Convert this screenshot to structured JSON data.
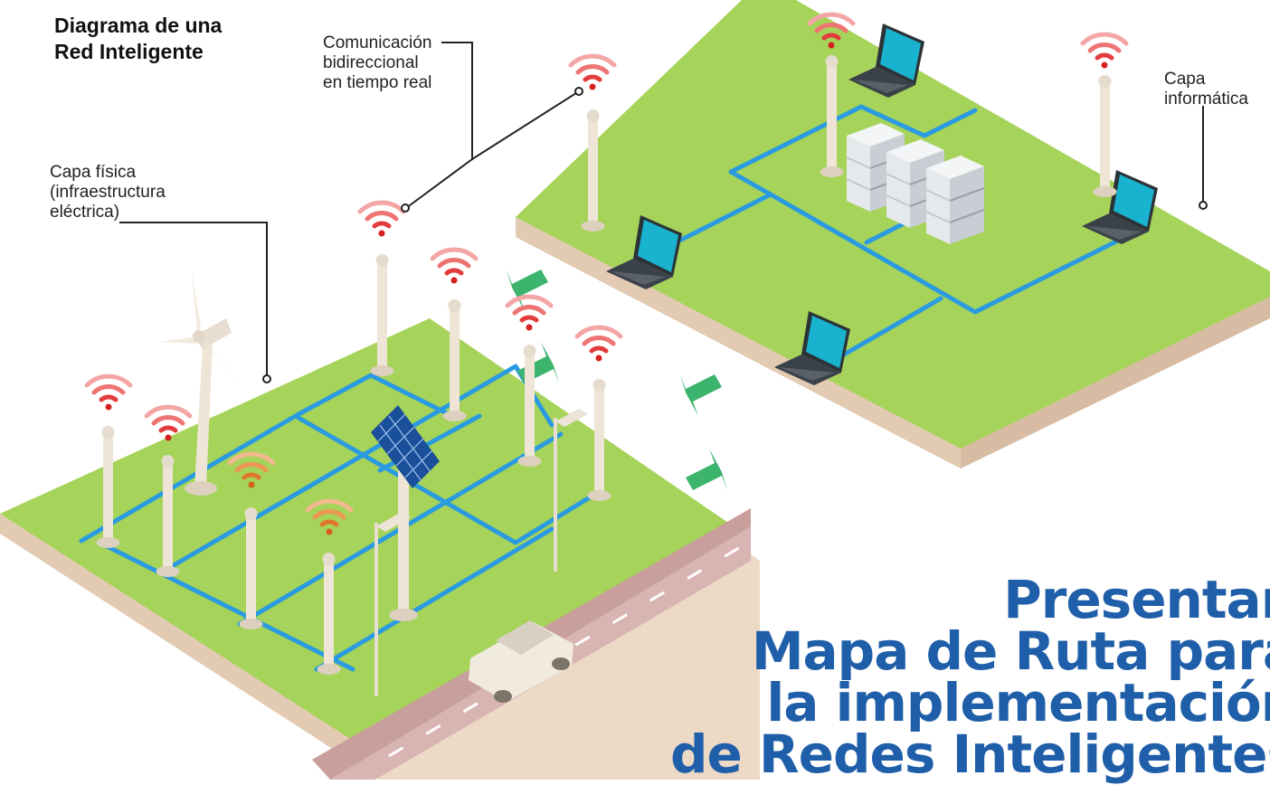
{
  "title": {
    "line1": "Diagrama de una",
    "line2": "Red Inteligente"
  },
  "labels": {
    "communication": [
      "Comunicación",
      "bidireccional",
      "en tiempo real"
    ],
    "physical_layer": [
      "Capa física",
      "(infraestructura",
      "eléctrica)"
    ],
    "computing_layer": [
      "Capa",
      "informática"
    ]
  },
  "headline": [
    "Presentan",
    "Mapa de Ruta para",
    "la implementación",
    "de Redes Inteligentes"
  ],
  "colors": {
    "headline": "#1f5ea8",
    "platform_top": "#a6d35a",
    "platform_side": "#e9d8c8",
    "network_line": "#2a9be0",
    "road": "#d8b4b2",
    "arrow": "#3cb46e",
    "wifi_red": "#e23c3c",
    "wifi_orange": "#e0762b",
    "pole": "#efe5d6"
  },
  "icons": [
    "wifi-icon",
    "laptop-icon",
    "server-icon",
    "wind-turbine-icon",
    "solar-panel-icon",
    "car-icon",
    "street-lamp-icon",
    "pole-icon",
    "arrow-icon"
  ]
}
